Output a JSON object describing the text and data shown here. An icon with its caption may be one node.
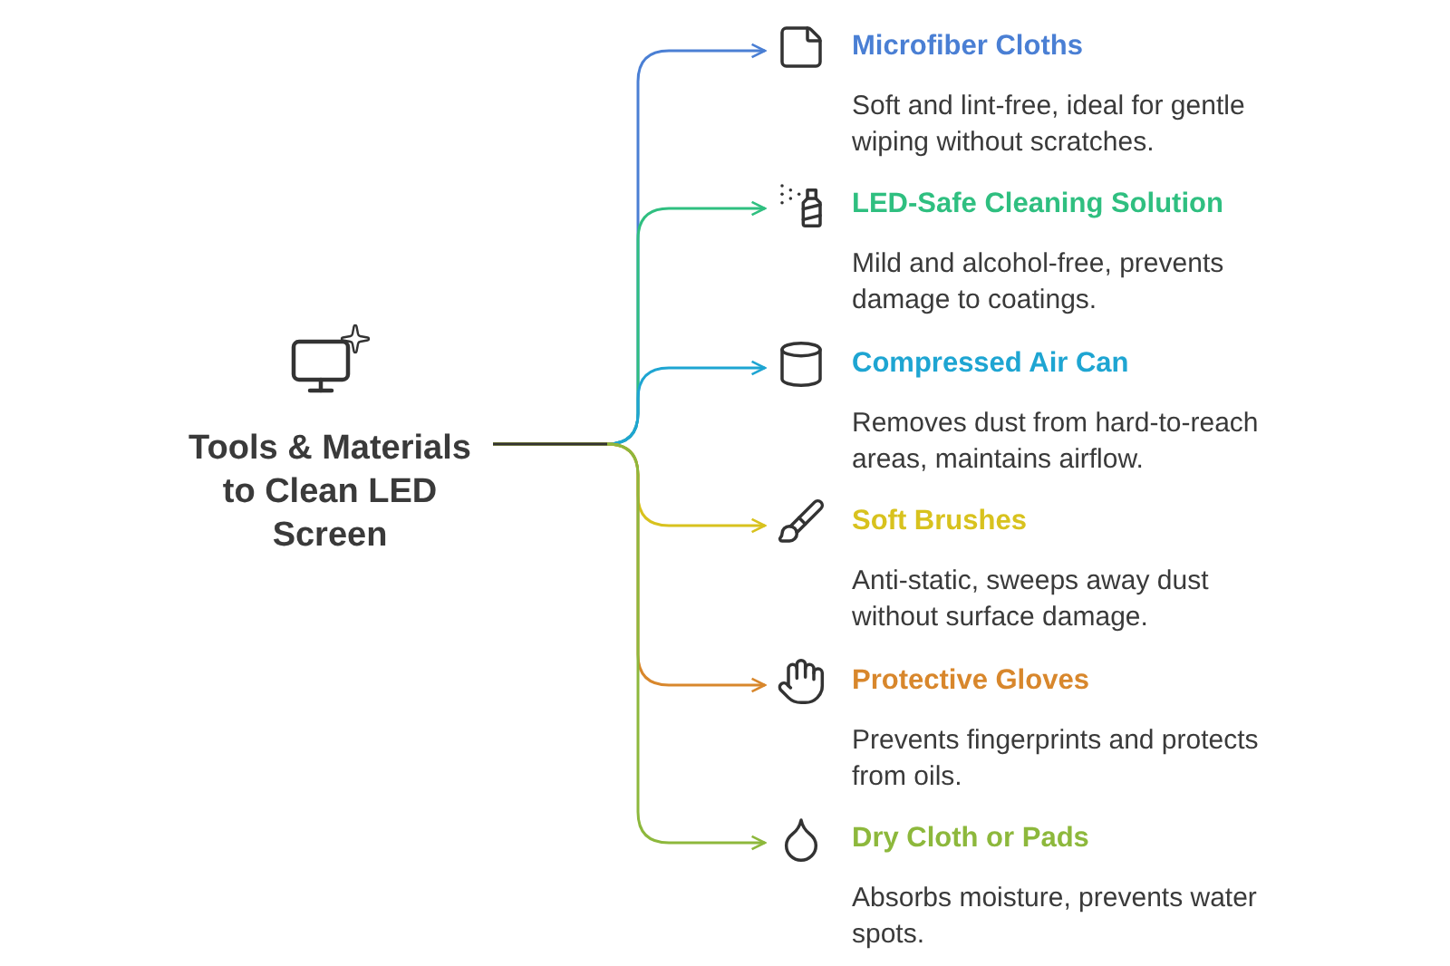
{
  "diagram": {
    "nodes": [
      {
        "text": [
          "Tools & Materials to Clean LED Screen"
        ]
      },
      {
        "text": [
          "Microfiber Cloths",
          "Soft and lint-free, ideal for gentle wiping without scratches."
        ]
      },
      {
        "text": [
          "LED-Safe Cleaning Solution",
          "Mild and alcohol-free, prevents damage to coatings."
        ]
      },
      {
        "text": [
          "Compressed Air Can",
          "Removes dust from hard-to-reach areas, maintains airflow."
        ]
      },
      {
        "text": [
          "Soft Brushes",
          "Anti-static, sweeps away dust without surface damage."
        ]
      },
      {
        "text": [
          "Protective Gloves",
          "Prevents fingerprints and protects from oils."
        ]
      },
      {
        "text": [
          "Dry Cloth or Pads",
          "Absorbs moisture, prevents water spots."
        ]
      }
    ],
    "edges": [
      {
        "from": 0,
        "to": 1,
        "arrow": "to",
        "color": "#4a7fd4"
      },
      {
        "from": 0,
        "to": 2,
        "arrow": "to",
        "color": "#2fbf80"
      },
      {
        "from": 0,
        "to": 3,
        "arrow": "to",
        "color": "#1ea5d2"
      },
      {
        "from": 0,
        "to": 4,
        "arrow": "to",
        "color": "#d8c21e"
      },
      {
        "from": 0,
        "to": 5,
        "arrow": "to",
        "color": "#d8872c"
      },
      {
        "from": 0,
        "to": 6,
        "arrow": "to",
        "color": "#8db83c"
      }
    ]
  }
}
